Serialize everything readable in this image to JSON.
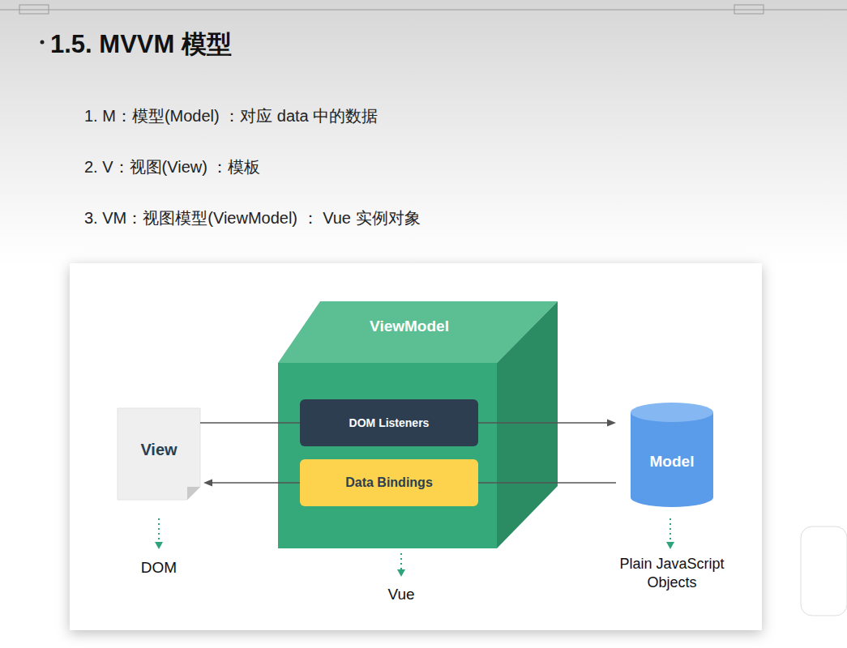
{
  "diagram": {
    "title": "1.5. MVVM 模型",
    "nodes": [
      {
        "text": [
          "View"
        ]
      },
      {
        "text": [
          "ViewModel"
        ]
      },
      {
        "text": [
          "DOM Listeners"
        ],
        "in": 1
      },
      {
        "text": [
          "Data Bindings"
        ],
        "in": 1
      },
      {
        "text": [
          "Model"
        ]
      }
    ],
    "edges": [
      {
        "from": 0,
        "to": 2,
        "arrow": "none"
      },
      {
        "from": 2,
        "to": 4,
        "arrow": "to"
      },
      {
        "from": 4,
        "to": 3,
        "arrow": "none"
      },
      {
        "from": 3,
        "to": 0,
        "arrow": "to"
      }
    ],
    "labels": [
      "1. M：模型(Model) ：对应 data 中的数据",
      "2. V：视图(View) ：模板",
      "3. VM：视图模型(ViewModel) ： Vue 实例对象",
      "DOM",
      "Vue",
      "Plain JavaScript Objects"
    ]
  }
}
